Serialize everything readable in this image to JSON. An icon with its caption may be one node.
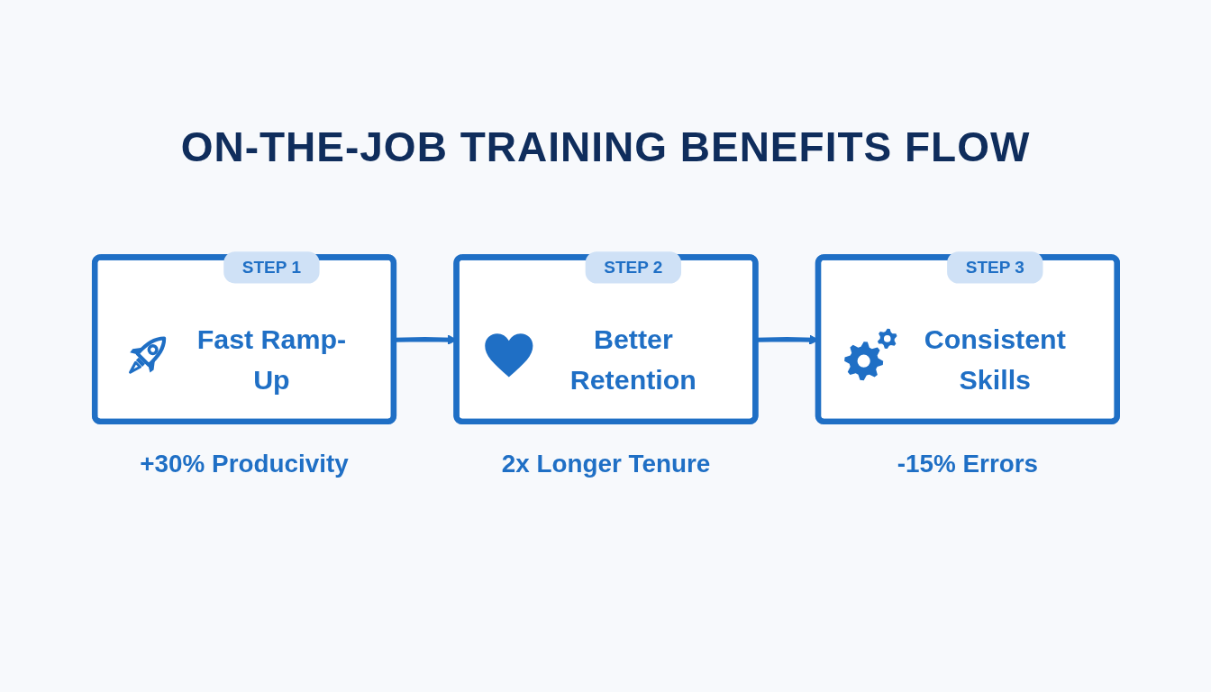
{
  "diagram": {
    "title": "ON-THE-JOB TRAINING BENEFITS FLOW",
    "nodes": [
      {
        "text": [
          "STEP 1",
          "Fast Ramp-Up"
        ],
        "beside": [
          "+30% Producivity"
        ]
      },
      {
        "text": [
          "STEP 2",
          "Better Retention"
        ],
        "beside": [
          "2x Longer Tenure"
        ]
      },
      {
        "text": [
          "STEP 3",
          "Consistent Skills"
        ],
        "beside": [
          "-15% Errors"
        ]
      }
    ],
    "edges": [
      {
        "from": 0,
        "to": 1,
        "arrow": "to"
      },
      {
        "from": 1,
        "to": 2,
        "arrow": "to"
      }
    ]
  }
}
